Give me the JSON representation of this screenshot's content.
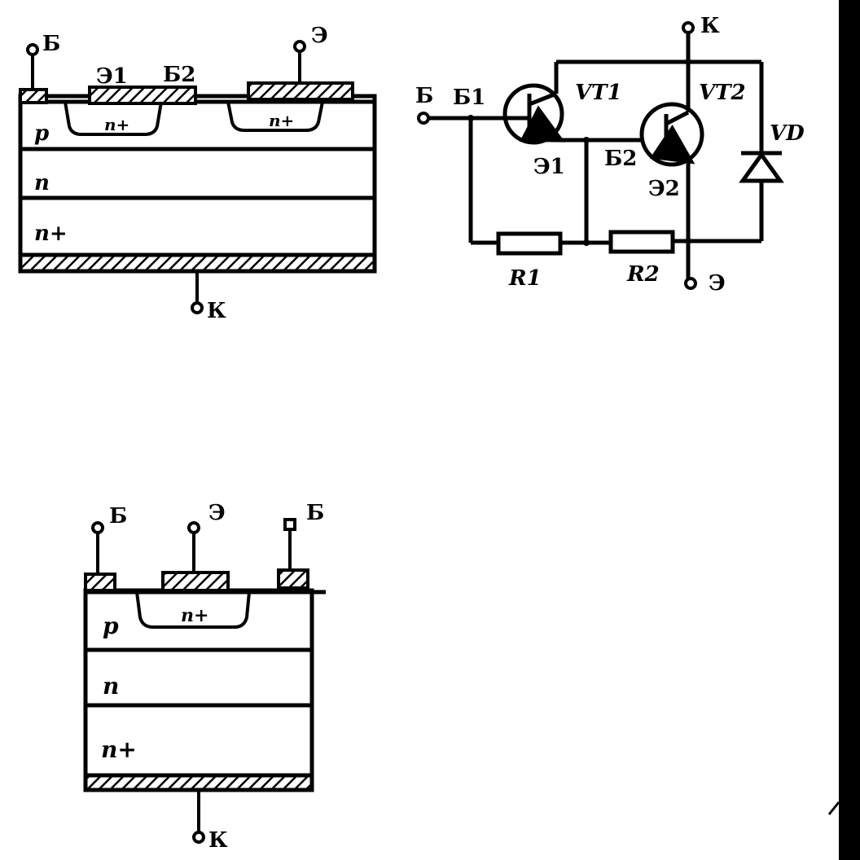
{
  "diagram1": {
    "terminal_base": "Б",
    "terminal_emitter": "Э",
    "terminal_collector": "К",
    "contact_e1": "Э1",
    "contact_b2": "Б2",
    "well_left": "n+",
    "well_right": "n+",
    "layer_p": "p",
    "layer_n": "n",
    "layer_nplus": "n+"
  },
  "circuit": {
    "terminal_k": "К",
    "terminal_b": "Б",
    "node_b1": "Б1",
    "transistor_1": "VT1",
    "transistor_2": "VT2",
    "diode": "VD",
    "node_e1": "Э1",
    "node_b2": "Б2",
    "node_e2": "Э2",
    "resistor_1": "R1",
    "resistor_2": "R2",
    "terminal_e": "Э"
  },
  "diagram2": {
    "terminal_base_left": "Б",
    "terminal_emitter": "Э",
    "terminal_base_right": "Б",
    "well": "n+",
    "layer_p": "p",
    "layer_n": "n",
    "layer_nplus": "n+",
    "terminal_collector": "К"
  }
}
